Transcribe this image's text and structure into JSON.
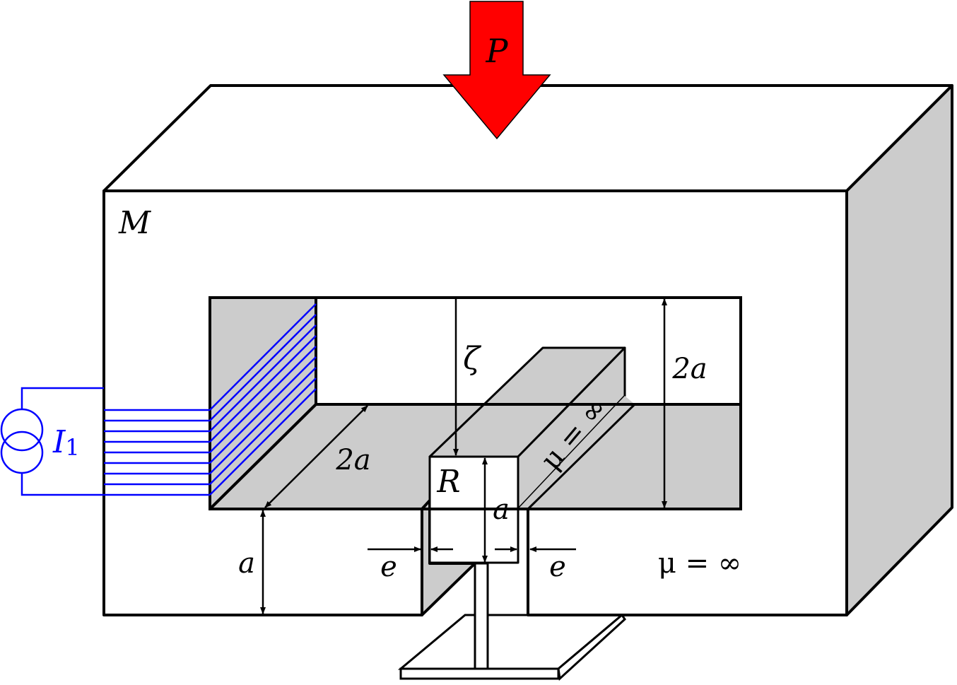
{
  "labels": {
    "force": "P",
    "magnet": "M",
    "current_symbol": "I",
    "current_subscript": "1",
    "zeta": "ζ",
    "height_2a": "2a",
    "depth_2a": "2a",
    "rotor": "R",
    "rotor_height": "a",
    "base_height": "a",
    "gap_left": "e",
    "gap_right": "e",
    "mu_rotor": "μ = ∞",
    "mu_stator": "μ = ∞"
  },
  "colors": {
    "outline": "#000000",
    "force_arrow": "#ff0000",
    "coil": "#0000ff",
    "shade": "#cccccc",
    "face": "#ffffff"
  },
  "coil": {
    "turns": 9
  }
}
